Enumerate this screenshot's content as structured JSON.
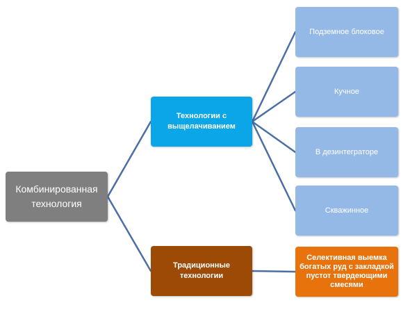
{
  "diagram": {
    "root": {
      "label": "Комбинированная\nтехнология",
      "color": "#7f7f7f"
    },
    "branches": [
      {
        "label": "Технологии с\nвыщелачиванием",
        "color": "#0aa6e8",
        "children": [
          {
            "label": "Подземное блоковое",
            "color": "#94b9e6"
          },
          {
            "label": "Кучное",
            "color": "#94b9e6"
          },
          {
            "label": "В дезинтеграторе",
            "color": "#94b9e6"
          },
          {
            "label": "Скважинное",
            "color": "#94b9e6"
          }
        ]
      },
      {
        "label": "Традиционные\nтехнологии",
        "color": "#9c4a06",
        "children": [
          {
            "label": "Селективная выемка\nбогатых руд с закладкой\nпустот твердеющими\nсмесями",
            "color": "#e8720c"
          }
        ]
      }
    ],
    "connector_color": "#4a6fa5"
  }
}
